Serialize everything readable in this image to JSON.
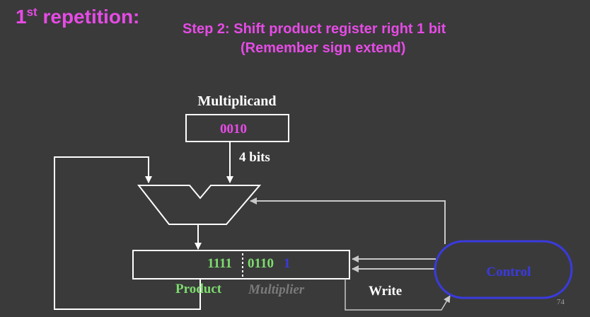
{
  "title": {
    "prefix": "1",
    "sup": "st",
    "suffix": " repetition:"
  },
  "step": {
    "line1": "Step 2: Shift product register right 1 bit",
    "line2": "(Remember sign extend)"
  },
  "diagram": {
    "multiplicand_label": "Multiplicand",
    "multiplicand_value": "0010",
    "bits_label": "4 bits",
    "product_high": "1111",
    "product_low": "0110",
    "product_lsb": "1",
    "product_label": "Product",
    "multiplier_label": "Multiplier",
    "write_label": "Write",
    "control_label": "Control"
  },
  "page_number": "74",
  "colors": {
    "background": "#3a3a3a",
    "title": "#e64be6",
    "multiplicand_value": "#e64be6",
    "product_high": "#7ddc6e",
    "product_low": "#7ddc6e",
    "product_lsb": "#3a3adf",
    "product_label": "#7ddc6e",
    "multiplier_label": "#7a7a7a",
    "control": "#3a3adf"
  }
}
